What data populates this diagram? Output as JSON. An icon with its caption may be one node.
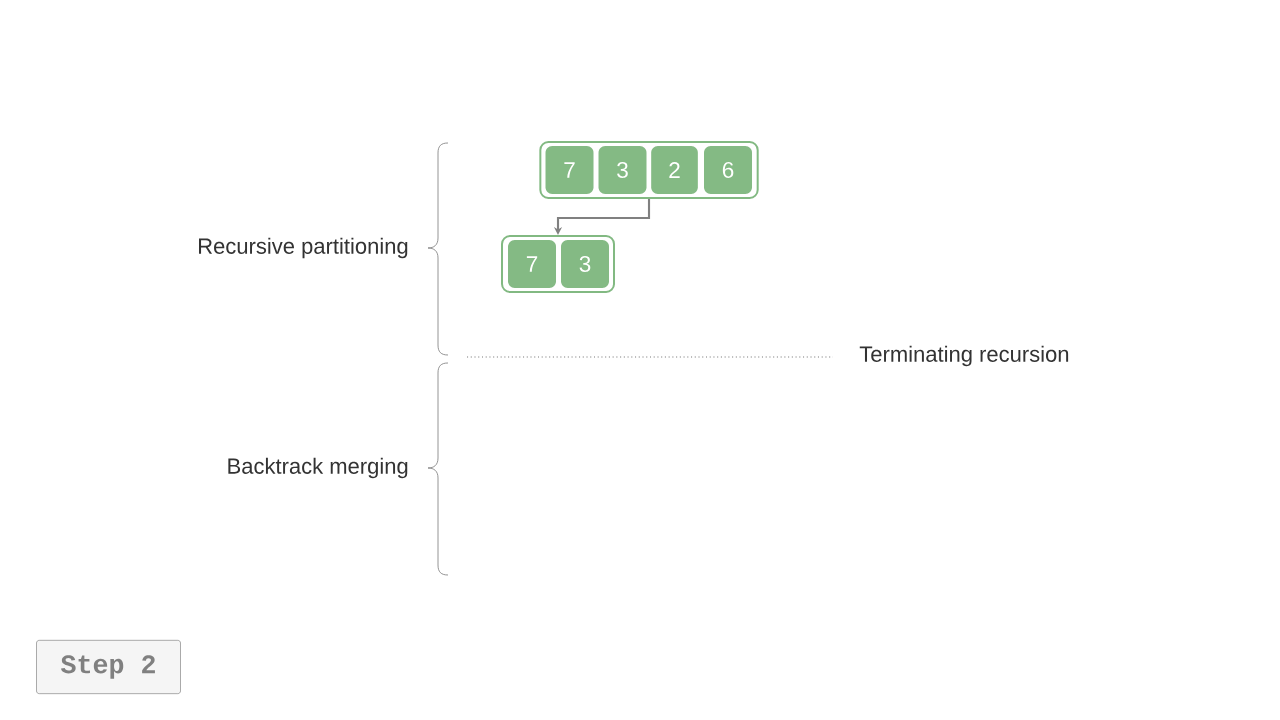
{
  "diagram": {
    "nodes": [
      {
        "text": [],
        "shape": "box"
      },
      {
        "text": [
          "7"
        ],
        "in": 0
      },
      {
        "text": [
          "3"
        ],
        "in": 0
      },
      {
        "text": [
          "2"
        ],
        "in": 0
      },
      {
        "text": [
          "6"
        ],
        "in": 0
      },
      {
        "text": [],
        "shape": "box"
      },
      {
        "text": [
          "7"
        ],
        "in": 5
      },
      {
        "text": [
          "3"
        ],
        "in": 5
      },
      {
        "text": [
          "Step 2"
        ]
      }
    ],
    "edges": [
      {
        "from": 0,
        "to": 5,
        "arrow": "to"
      }
    ],
    "labels": [
      "Recursive partitioning",
      "Terminating recursion",
      "Backtrack merging"
    ]
  }
}
